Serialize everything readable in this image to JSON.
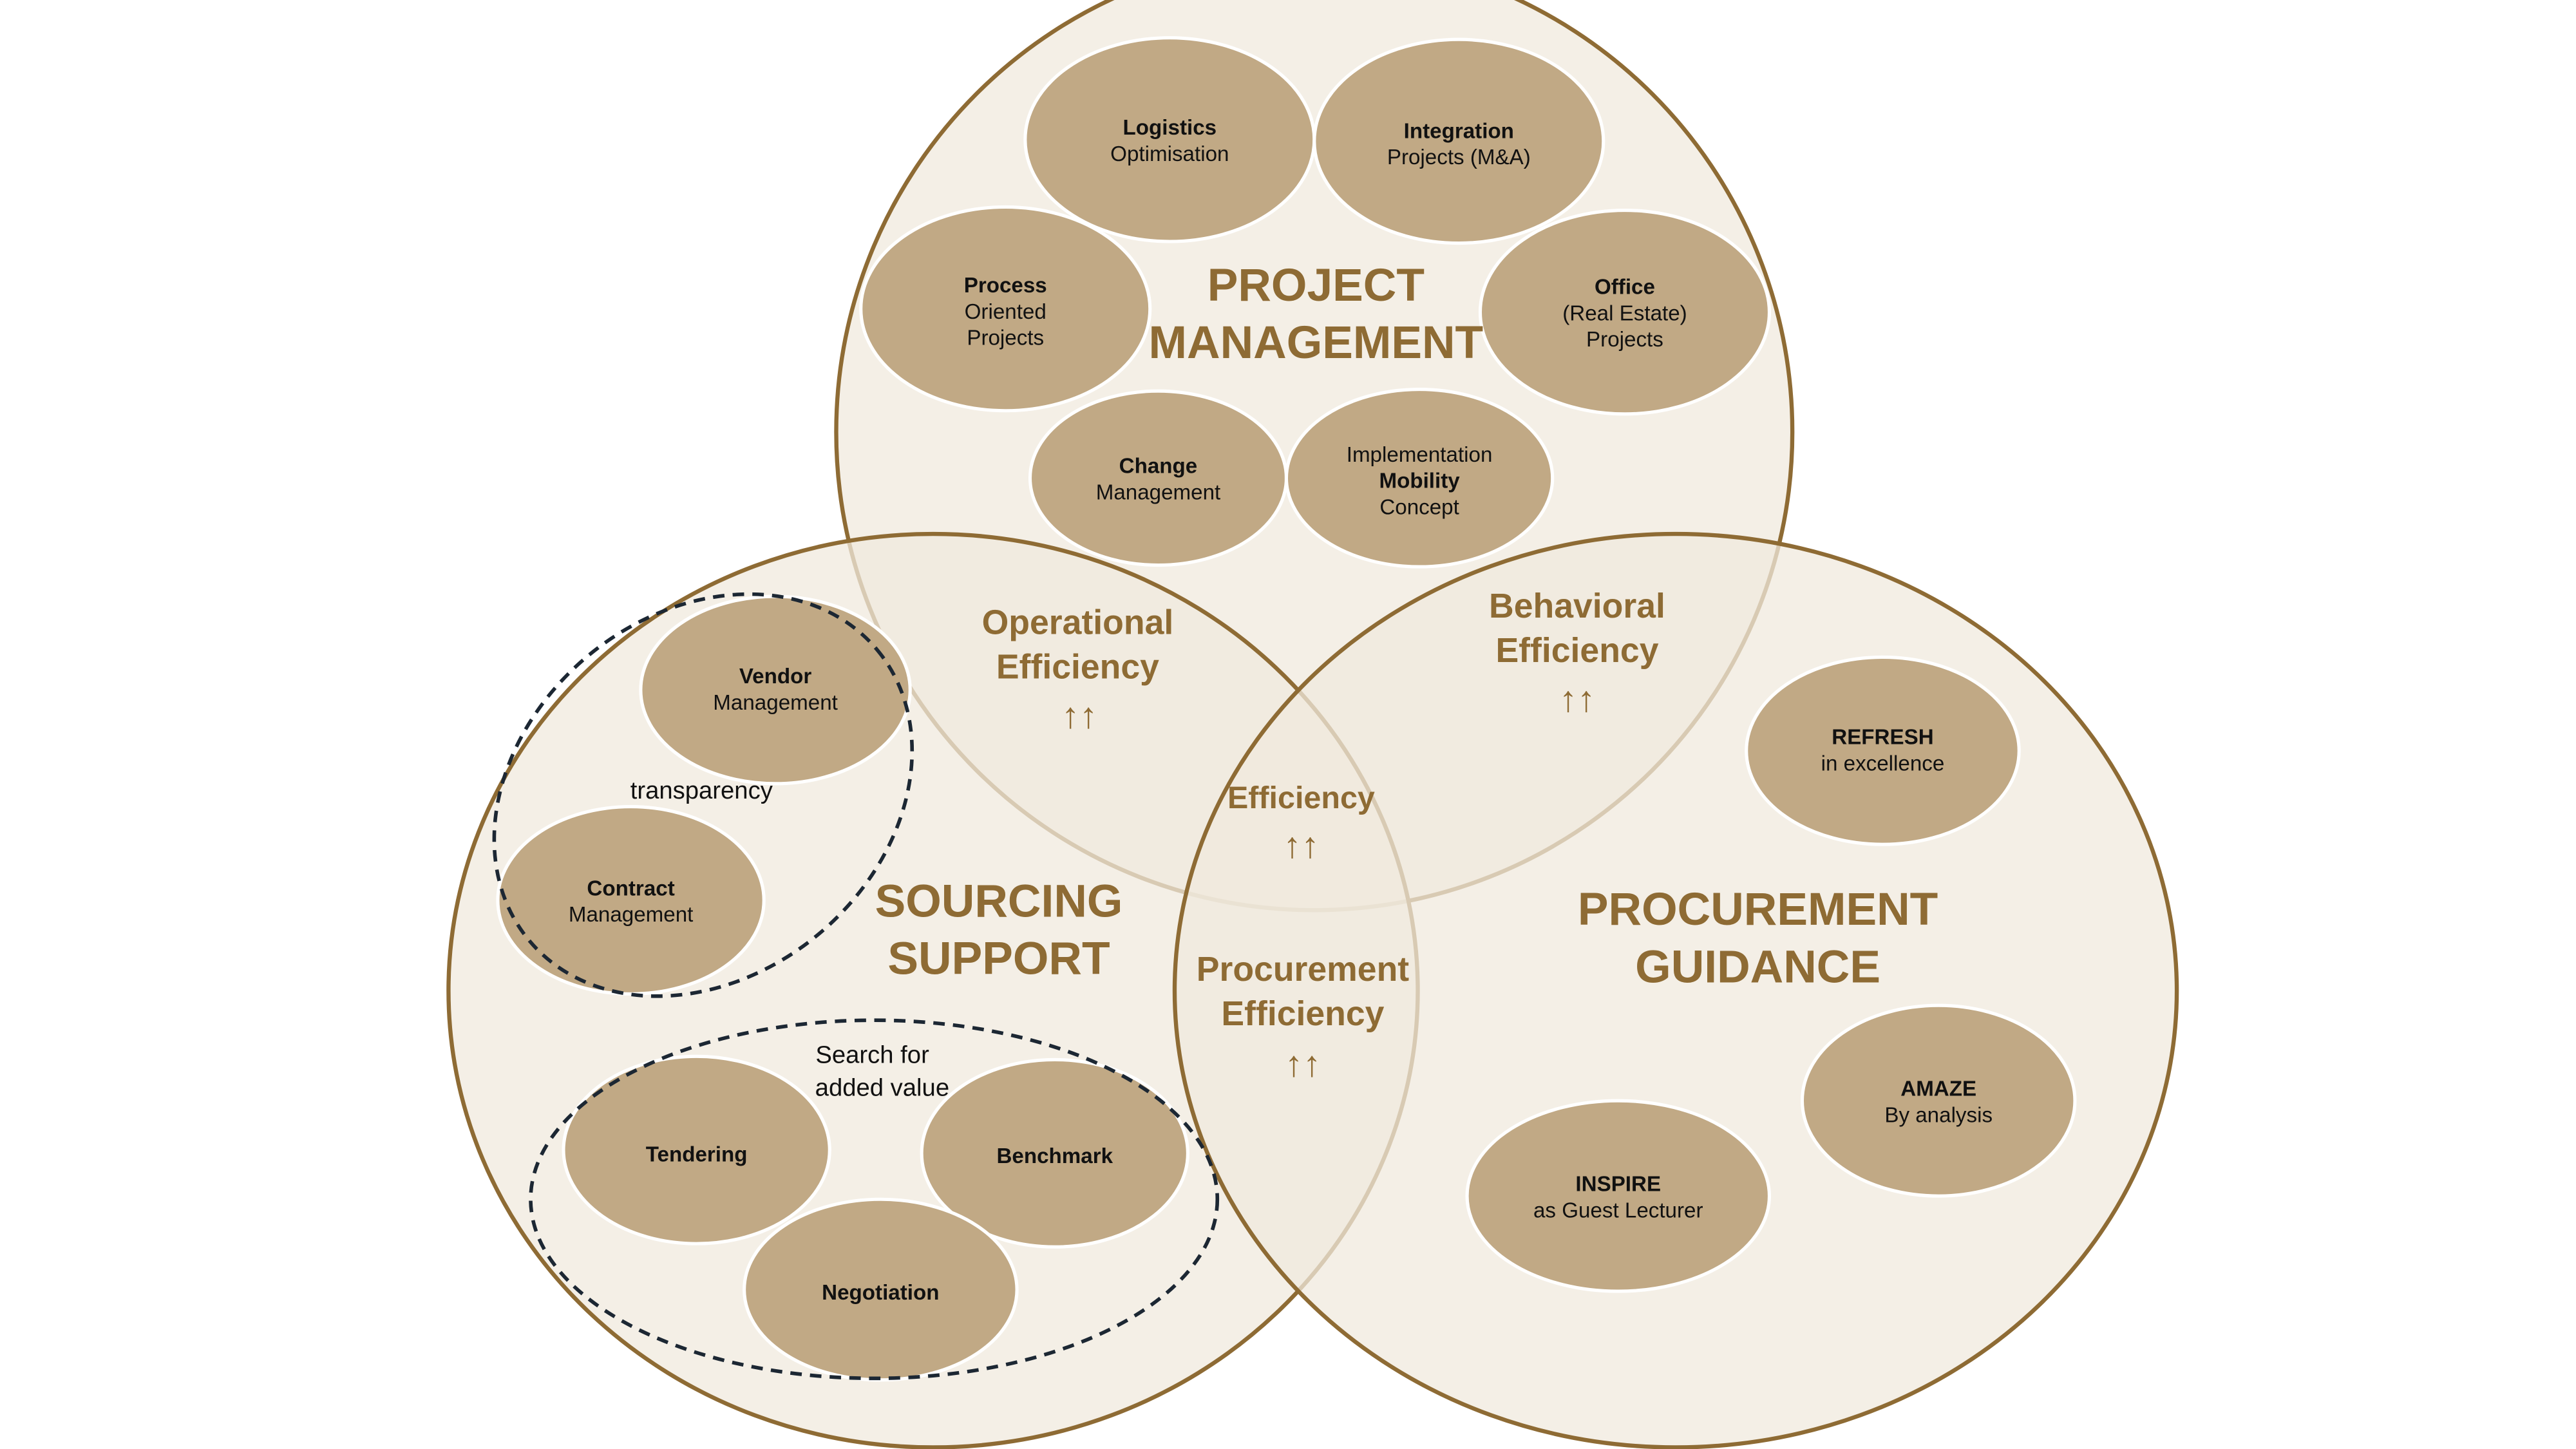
{
  "diagram": {
    "colors": {
      "circle_fill": "#f0e9de",
      "circle_stroke": "#8e6b34",
      "node_fill": "#c1a985",
      "label_color": "#8e6b34",
      "dashed_stroke": "#1c2733"
    },
    "circles": {
      "project": {
        "title_line1": "PROJECT",
        "title_line2": "MANAGEMENT"
      },
      "sourcing": {
        "title_line1": "SOURCING",
        "title_line2": "SUPPORT"
      },
      "procurement": {
        "title_line1": "PROCUREMENT",
        "title_line2": "GUIDANCE"
      }
    },
    "overlaps": {
      "operational": {
        "line1": "Operational",
        "line2": "Efficiency",
        "arrows": "↑↑"
      },
      "behavioral": {
        "line1": "Behavioral",
        "line2": "Efficiency",
        "arrows": "↑↑"
      },
      "center": {
        "line1": "Efficiency",
        "arrows": "↑↑"
      },
      "procurement": {
        "line1": "Procurement",
        "line2": "Efficiency",
        "arrows": "↑↑"
      }
    },
    "nodes": {
      "logistics": {
        "line1": "Logistics",
        "line2": "Optimisation"
      },
      "integration": {
        "line1": "Integration",
        "line2": "Projects (M&A)"
      },
      "process": {
        "line1": "Process",
        "line2": "Oriented",
        "line3": "Projects"
      },
      "office": {
        "line1": "Office",
        "line2": "(Real Estate)",
        "line3": "Projects"
      },
      "change": {
        "line1": "Change",
        "line2": "Management"
      },
      "mobility": {
        "line1": "Implementation",
        "line2": "Mobility",
        "line3": "Concept"
      },
      "vendor": {
        "line1": "Vendor",
        "line2": "Management"
      },
      "contract": {
        "line1": "Contract",
        "line2": "Management"
      },
      "tendering": {
        "line1": "Tendering"
      },
      "benchmark": {
        "line1": "Benchmark"
      },
      "negotiation": {
        "line1": "Negotiation"
      },
      "refresh": {
        "line1": "REFRESH",
        "line2": "in excellence"
      },
      "amaze": {
        "line1": "AMAZE",
        "line2": "By analysis"
      },
      "inspire": {
        "line1": "INSPIRE",
        "line2": "as Guest Lecturer"
      }
    },
    "groups": {
      "transparency": {
        "label": "transparency"
      },
      "added_value": {
        "line1": "Search for",
        "line2": "added value"
      }
    }
  }
}
